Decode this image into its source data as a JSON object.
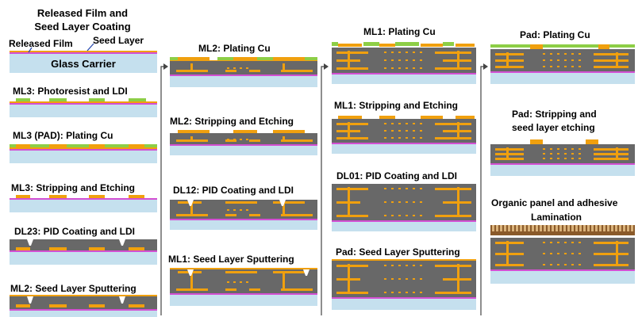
{
  "colors": {
    "glass": "#c5e0ee",
    "magenta": "#d34fd3",
    "orange": "#f0a00e",
    "green": "#8dce46",
    "dark": "#686868",
    "panel": "#8a5a2a",
    "panel_light": "#d9b27a",
    "arrow": "#444444"
  },
  "labels": {
    "top_title_1": "Released Film and",
    "top_title_2": "Seed Layer Coating",
    "released_film": "Released Film",
    "seed_layer": "Seed Layer",
    "glass_carrier": "Glass Carrier"
  },
  "steps": {
    "col1": [
      "ML3: Photoresist and LDI",
      "ML3 (PAD): Plating Cu",
      "ML3: Stripping and Etching",
      "DL23: PID Coating and LDI",
      "ML2: Seed Layer Sputtering"
    ],
    "col2": [
      "ML2: Plating Cu",
      "ML2: Stripping and Etching",
      "DL12: PID Coating and LDI",
      "ML1: Seed Layer Sputtering"
    ],
    "col3": [
      "ML1: Plating Cu",
      "ML1: Stripping and Etching",
      "DL01: PID Coating and LDI",
      "Pad: Seed Layer Sputtering"
    ],
    "col4": [
      "Pad: Plating Cu",
      "Pad: Stripping and",
      "seed layer etching",
      "Organic panel and adhesive",
      "Lamination"
    ]
  }
}
